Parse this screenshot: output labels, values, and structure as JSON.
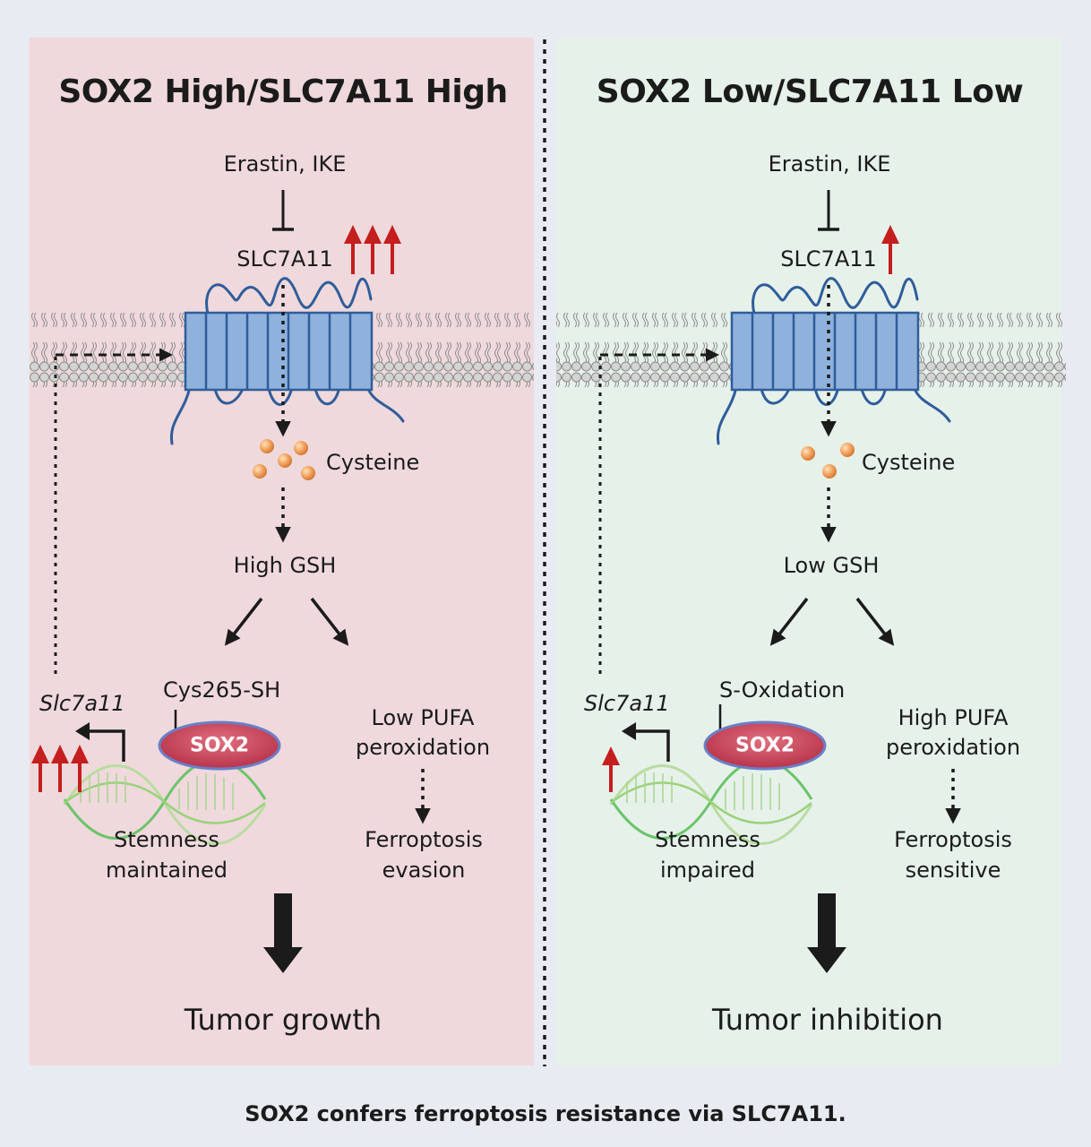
{
  "left": {
    "title": "SOX2 High/SLC7A11 High",
    "inhibitor": "Erastin, IKE",
    "transporter": "SLC7A11",
    "metabolite": "Cysteine",
    "gsh": "High GSH",
    "gene": "Slc7a11",
    "modification": "Cys265-SH",
    "factor": "SOX2",
    "stemness": [
      "Stemness",
      "maintained"
    ],
    "pufa": [
      "Low PUFA",
      "peroxidation"
    ],
    "ferroptosis": [
      "Ferroptosis",
      "evasion"
    ],
    "outcome": "Tumor growth"
  },
  "right": {
    "title": "SOX2 Low/SLC7A11 Low",
    "inhibitor": "Erastin, IKE",
    "transporter": "SLC7A11",
    "metabolite": "Cysteine",
    "gsh": "Low GSH",
    "gene": "Slc7a11",
    "modification": "S-Oxidation",
    "factor": "SOX2",
    "stemness": [
      "Stemness",
      "impaired"
    ],
    "pufa": [
      "High PUFA",
      "peroxidation"
    ],
    "ferroptosis": [
      "Ferroptosis",
      "sensitive"
    ],
    "outcome": "Tumor inhibition"
  },
  "caption": "SOX2 confers ferroptosis resistance via SLC7A11.",
  "colors": {
    "left_panel": "#efd9dc",
    "right_panel": "#e6f1ea",
    "transporter": "#8fb2dc",
    "upregulation_arrow": "#c41e1e",
    "sox2": "#cf4a5e",
    "dna": "#5cb85c"
  }
}
